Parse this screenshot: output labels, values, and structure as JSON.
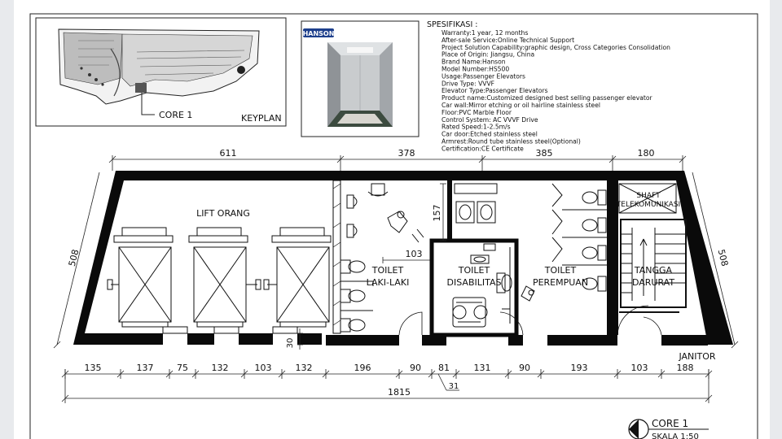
{
  "keyplan": {
    "core_label": "CORE 1",
    "title": "KEYPLAN"
  },
  "elevator_photo": {
    "brand_logo": "HANSON"
  },
  "spec": {
    "heading": "SPESIFIKASI :",
    "lines": [
      "Warranty:1 year, 12 months",
      "After-sale Service:Online Technical Support",
      "Project Solution Capability:graphic design, Cross Categories Consolidation",
      "Place of Origin: Jiangsu, China",
      "Brand Name:Hanson",
      "Model Number:HS500",
      "Usage:Passenger Elevators",
      "Drive Type: VVVF",
      "Elevator Type:Passenger Elevators",
      "Product name:Customized designed best selling passenger elevator",
      "Car wall:Mirror etching or oil hairline stainless steel",
      "Floor:PVC Marble Floor",
      "Control System: AC VVVF Drive",
      "Rated Speed:1-2.5m/s",
      "Car door:Etched stainless steel",
      "Armrest:Round tube stainless steel(Optional)",
      "Certification:CE Certificate"
    ]
  },
  "plan": {
    "top_dims": [
      "611",
      "378",
      "385",
      "180"
    ],
    "side_dim_left": "508",
    "side_dim_right": "508",
    "dim_157": "157",
    "dim_103_inner": "103",
    "dim_30": "30",
    "rooms": {
      "lift_orang": "LIFT ORANG",
      "toilet_laki_1": "TOILET",
      "toilet_laki_2": "LAKI-LAKI",
      "toilet_dis_1": "TOILET",
      "toilet_dis_2": "DISABILITAS",
      "toilet_per_1": "TOILET",
      "toilet_per_2": "PEREMPUAN",
      "shaft_1": "SHAFT",
      "shaft_2": "TELEKOMUNIKASI",
      "tangga_1": "TANGGA",
      "tangga_2": "DARURAT",
      "janitor": "JANITOR"
    },
    "bottom_dims": [
      "135",
      "137",
      "75",
      "132",
      "103",
      "132",
      "196",
      "90",
      "81",
      "131",
      "90",
      "193",
      "103",
      "188"
    ],
    "dim_31": "31",
    "total_dim": "1815"
  },
  "title_block": {
    "title": "CORE 1",
    "scale": "SKALA 1:50"
  }
}
